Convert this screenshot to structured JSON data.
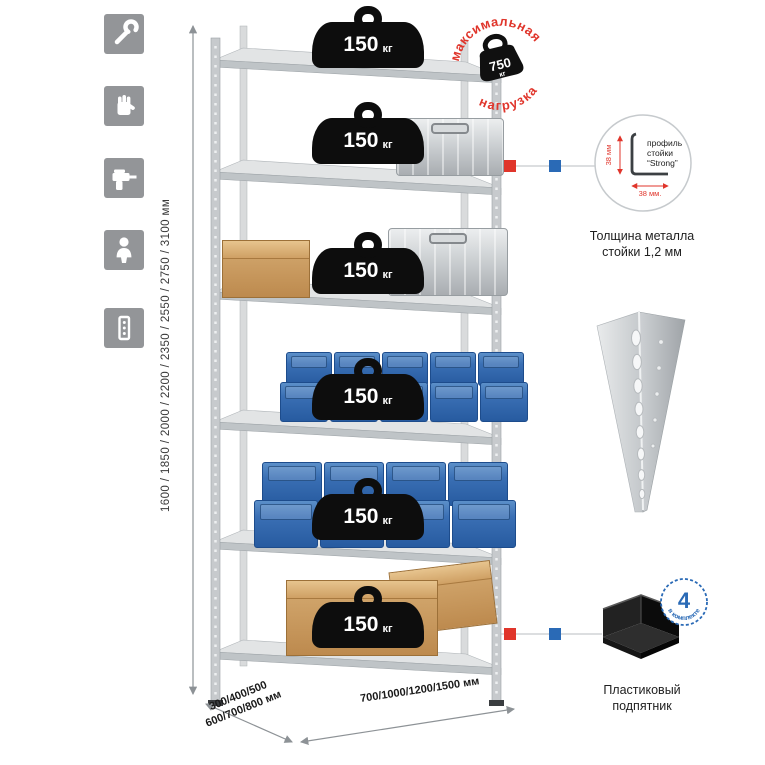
{
  "colors": {
    "accent_red": "#e0352b",
    "accent_blue": "#2a6ab6",
    "icon_gray": "#939598",
    "bin_blue": "#2f66ad",
    "metal_gray": "#c7cacd",
    "weight_black": "#0d0d0d"
  },
  "sidebar_icons": [
    "wrench-icon",
    "glove-icon",
    "drill-icon",
    "person-icon",
    "post-icon"
  ],
  "dimensions": {
    "height": "1600 / 1850 / 2000 / 2200 / 2350 / 2550 / 2750 / 3100 мм",
    "depth_line1": "300/400/500",
    "depth_line2": "600/700/800 мм",
    "width": "700/1000/1200/1500 мм"
  },
  "rack": {
    "shelf_count": 6,
    "shelf_load_value": "150",
    "shelf_load_unit": "кг"
  },
  "max_load_badge": {
    "arc_top": "максимальная",
    "arc_bottom": "нагрузка",
    "value": "750",
    "unit": "кг"
  },
  "profile_callout": {
    "line1": "профиль",
    "line2": "стойки",
    "line3": "“Strong”",
    "dim_v": "38 мм",
    "dim_h": "38 мм.",
    "caption_line1": "Толщина металла",
    "caption_line2": "стойки 1,2 мм"
  },
  "foot_callout": {
    "badge_value": "4",
    "badge_text": "в комплекте",
    "caption_line1": "Пластиковый",
    "caption_line2": "подпятник"
  }
}
